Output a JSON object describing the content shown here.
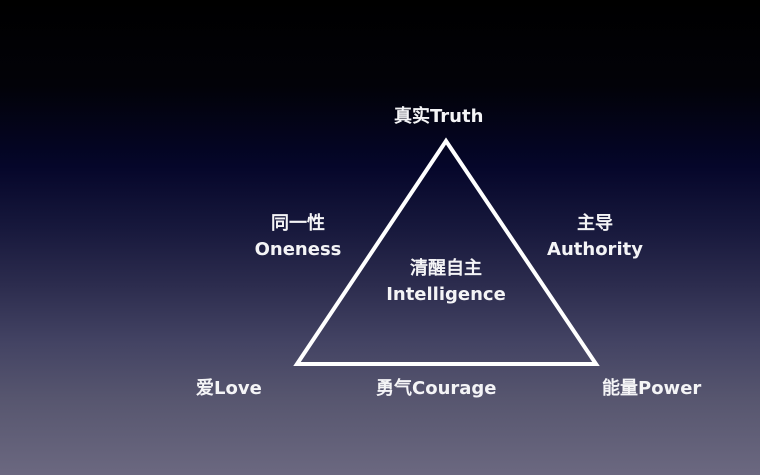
{
  "diagram": {
    "shape": "triangle",
    "line_color": "#ffffff",
    "vertices": {
      "top": {
        "zh": "真实",
        "en": "Truth"
      },
      "bottom_left": {
        "zh": "爱",
        "en": "Love"
      },
      "bottom_right": {
        "zh": "能量",
        "en": "Power"
      }
    },
    "edges": {
      "left": {
        "zh": "同一性",
        "en": "Oneness"
      },
      "right": {
        "zh": "主导",
        "en": "Authority"
      },
      "bottom": {
        "zh": "勇气",
        "en": "Courage"
      }
    },
    "center": {
      "zh": "清醒自主",
      "en": "Intelligence"
    }
  }
}
